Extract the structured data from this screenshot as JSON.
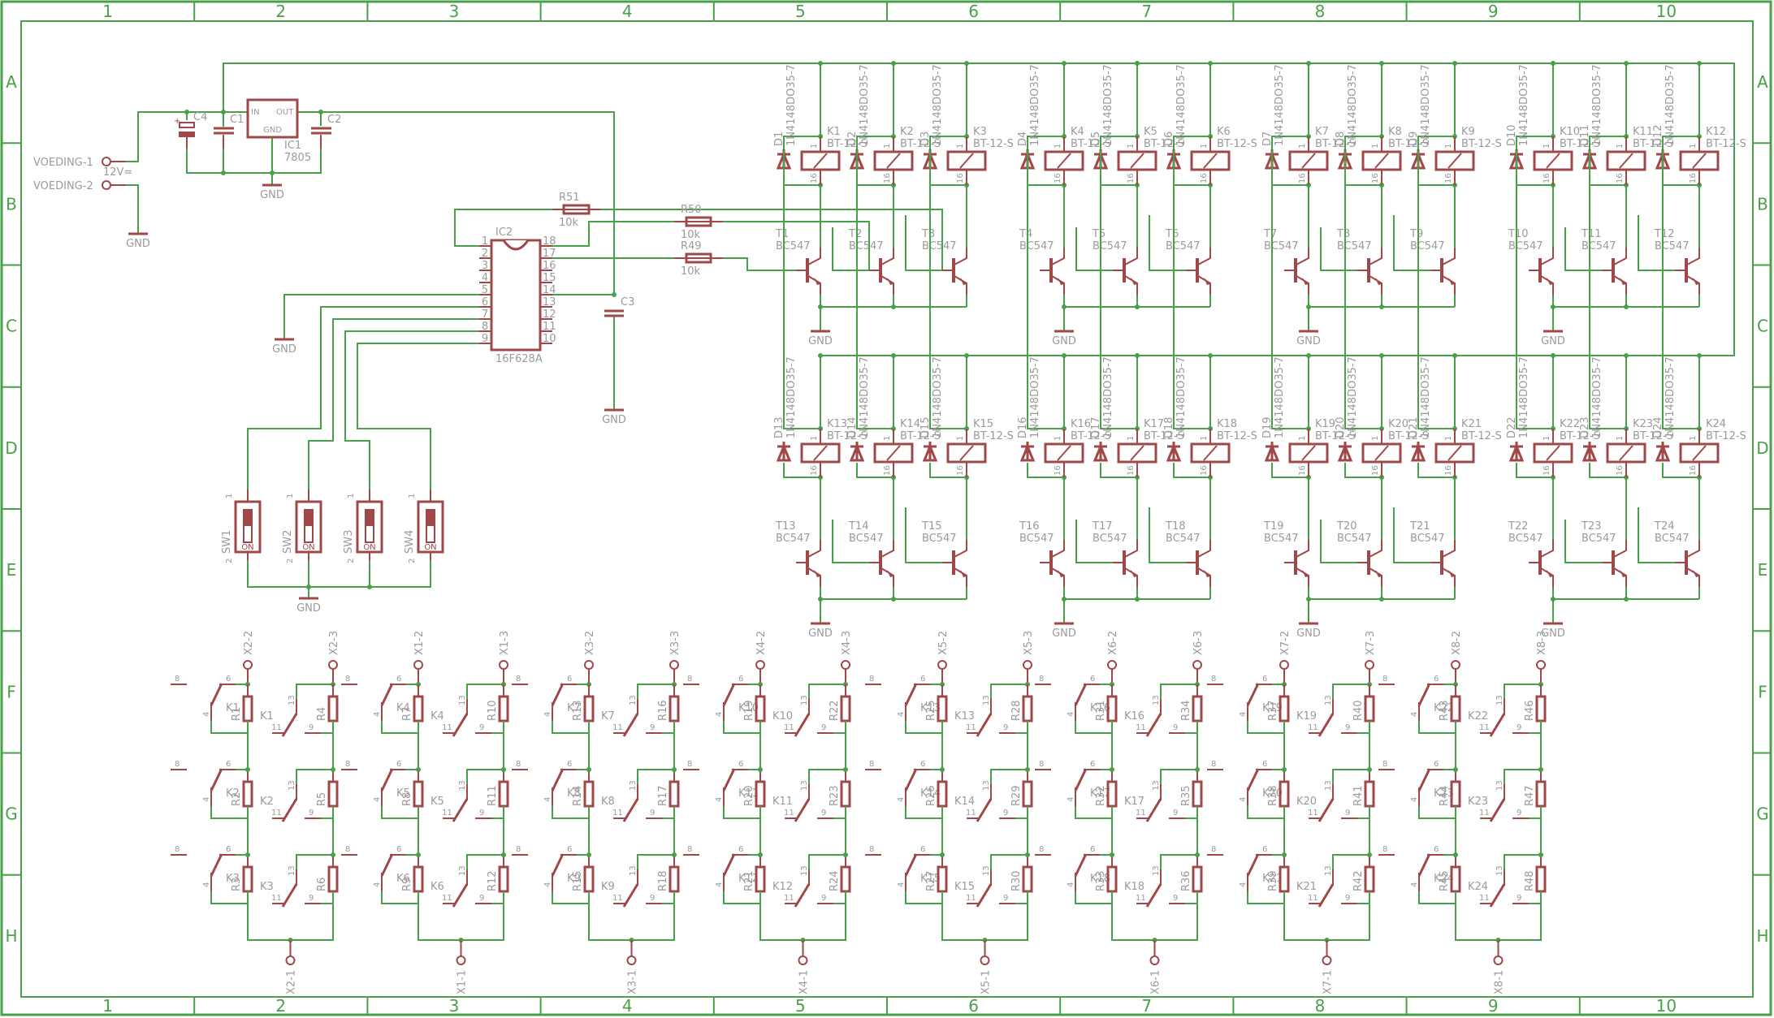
{
  "frame": {
    "columns": [
      "1",
      "2",
      "3",
      "4",
      "5",
      "6",
      "7",
      "8",
      "9",
      "10"
    ],
    "rows": [
      "A",
      "B",
      "C",
      "D",
      "E",
      "F",
      "G",
      "H"
    ]
  },
  "colors": {
    "wire": "#4aa04a",
    "symbol": "#a04848",
    "label": "#9a9a9a"
  },
  "power": {
    "connector1": "VOEDING-1",
    "connector2": "VOEDING-2",
    "voltage_note": "12V=",
    "c4": "C4",
    "c1": "C1",
    "c2": "C2",
    "regulator_name": "IC1",
    "regulator_value": "7805",
    "pin_in": "IN",
    "pin_out": "OUT",
    "pin_gnd": "GND",
    "gnd": "GND"
  },
  "mcu": {
    "name": "IC2",
    "value": "16F628A",
    "left_pins": [
      "1",
      "2",
      "3",
      "4",
      "5",
      "6",
      "7",
      "8",
      "9"
    ],
    "right_pins": [
      "18",
      "17",
      "16",
      "15",
      "14",
      "13",
      "12",
      "11",
      "10"
    ],
    "c3": "C3",
    "resistors": [
      {
        "name": "R51",
        "value": "10k"
      },
      {
        "name": "R50",
        "value": "10k"
      },
      {
        "name": "R49",
        "value": "10k"
      }
    ],
    "gnd": "GND"
  },
  "switches": {
    "items": [
      "SW1",
      "SW2",
      "SW3",
      "SW4"
    ],
    "on_label": "ON",
    "pin1": "1",
    "pin2": "2",
    "gnd": "GND"
  },
  "driver": {
    "diode_value": "1N4148DO35-7",
    "relay_value": "BT-12-S",
    "transistor_value": "BC547",
    "coil_pin_top": "1",
    "coil_pin_bottom": "16",
    "gnd": "GND",
    "rows": [
      {
        "relays": [
          "K1",
          "K2",
          "K3",
          "K4",
          "K5",
          "K6",
          "K7",
          "K8",
          "K9",
          "K10",
          "K11",
          "K12"
        ],
        "diodes": [
          "D1",
          "D2",
          "D3",
          "D4",
          "D5",
          "D6",
          "D7",
          "D8",
          "D9",
          "D10",
          "D11",
          "D12"
        ],
        "transistors": [
          "T1",
          "T2",
          "T3",
          "T4",
          "T5",
          "T6",
          "T7",
          "T8",
          "T9",
          "T10",
          "T11",
          "T12"
        ]
      },
      {
        "relays": [
          "K13",
          "K14",
          "K15",
          "K16",
          "K17",
          "K18",
          "K19",
          "K20",
          "K21",
          "K22",
          "K23",
          "K24"
        ],
        "diodes": [
          "D13",
          "D14",
          "D15",
          "D16",
          "D17",
          "D18",
          "D19",
          "D20",
          "D21",
          "D22",
          "D23",
          "D24"
        ],
        "transistors": [
          "T13",
          "T14",
          "T15",
          "T16",
          "T17",
          "T18",
          "T19",
          "T20",
          "T21",
          "T22",
          "T23",
          "T24"
        ]
      }
    ]
  },
  "outputs": {
    "pin_labels": {
      "nc_a": "8",
      "com_a": "6",
      "no_a": "4",
      "no_b": "13",
      "com_b": "11",
      "nc_b": "9"
    },
    "groups": [
      {
        "top_left": "X2-2",
        "top_right": "X2-3",
        "bottom": "X2-1",
        "relays": [
          "K1",
          "K2",
          "K3"
        ],
        "left_r": [
          "R1",
          "R2",
          "R3"
        ],
        "right_r": [
          "R4",
          "R5",
          "R6"
        ]
      },
      {
        "top_left": "X1-2",
        "top_right": "X1-3",
        "bottom": "X1-1",
        "relays": [
          "K4",
          "K5",
          "K6"
        ],
        "left_r": [
          "R7",
          "R8",
          "R9"
        ],
        "right_r": [
          "R10",
          "R11",
          "R12"
        ]
      },
      {
        "top_left": "X3-2",
        "top_right": "X3-3",
        "bottom": "X3-1",
        "relays": [
          "K7",
          "K8",
          "K9"
        ],
        "left_r": [
          "R13",
          "R14",
          "R15"
        ],
        "right_r": [
          "R16",
          "R17",
          "R18"
        ]
      },
      {
        "top_left": "X4-2",
        "top_right": "X4-3",
        "bottom": "X4-1",
        "relays": [
          "K10",
          "K11",
          "K12"
        ],
        "left_r": [
          "R19",
          "R20",
          "R21"
        ],
        "right_r": [
          "R22",
          "R23",
          "R24"
        ]
      },
      {
        "top_left": "X5-2",
        "top_right": "X5-3",
        "bottom": "X5-1",
        "relays": [
          "K13",
          "K14",
          "K15"
        ],
        "left_r": [
          "R25",
          "R26",
          "R27"
        ],
        "right_r": [
          "R28",
          "R29",
          "R30"
        ]
      },
      {
        "top_left": "X6-2",
        "top_right": "X6-3",
        "bottom": "X6-1",
        "relays": [
          "K16",
          "K17",
          "K18"
        ],
        "left_r": [
          "R31",
          "R32",
          "R33"
        ],
        "right_r": [
          "R34",
          "R35",
          "R36"
        ]
      },
      {
        "top_left": "X7-2",
        "top_right": "X7-3",
        "bottom": "X7-1",
        "relays": [
          "K19",
          "K20",
          "K21"
        ],
        "left_r": [
          "R37",
          "R38",
          "R39"
        ],
        "right_r": [
          "R40",
          "R41",
          "R42"
        ]
      },
      {
        "top_left": "X8-2",
        "top_right": "X8-3",
        "bottom": "X8-1",
        "relays": [
          "K22",
          "K23",
          "K24"
        ],
        "left_r": [
          "R43",
          "R44",
          "R45"
        ],
        "right_r": [
          "R46",
          "R47",
          "R48"
        ]
      }
    ]
  }
}
